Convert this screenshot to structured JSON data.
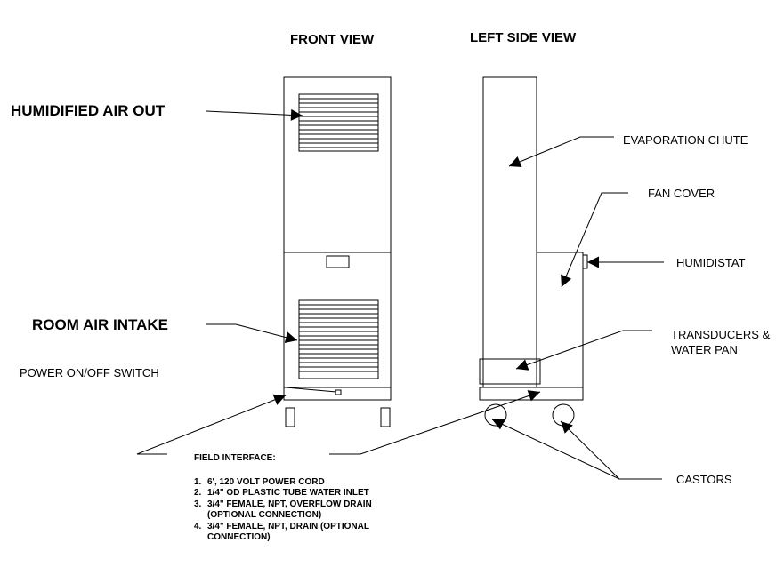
{
  "views": {
    "front": "FRONT VIEW",
    "side": "LEFT SIDE VIEW"
  },
  "labels": {
    "humidified_air_out": "HUMIDIFIED AIR OUT",
    "room_air_intake": "ROOM AIR INTAKE",
    "power_switch": "POWER ON/OFF SWITCH",
    "evaporation_chute": "EVAPORATION CHUTE",
    "fan_cover": "FAN COVER",
    "humidistat": "HUMIDISTAT",
    "transducers_line1": "TRANSDUCERS &",
    "transducers_line2": "WATER PAN",
    "castors": "CASTORS"
  },
  "field_interface": {
    "title": "FIELD INTERFACE:",
    "items": [
      {
        "num": "1.",
        "lines": [
          "6', 120 VOLT POWER CORD"
        ]
      },
      {
        "num": "2.",
        "lines": [
          "1/4\" OD PLASTIC TUBE WATER INLET"
        ]
      },
      {
        "num": "3.",
        "lines": [
          "3/4\" FEMALE, NPT, OVERFLOW DRAIN",
          "(OPTIONAL CONNECTION)"
        ]
      },
      {
        "num": "4.",
        "lines": [
          "3/4\" FEMALE, NPT, DRAIN (OPTIONAL",
          "CONNECTION)"
        ]
      }
    ]
  }
}
